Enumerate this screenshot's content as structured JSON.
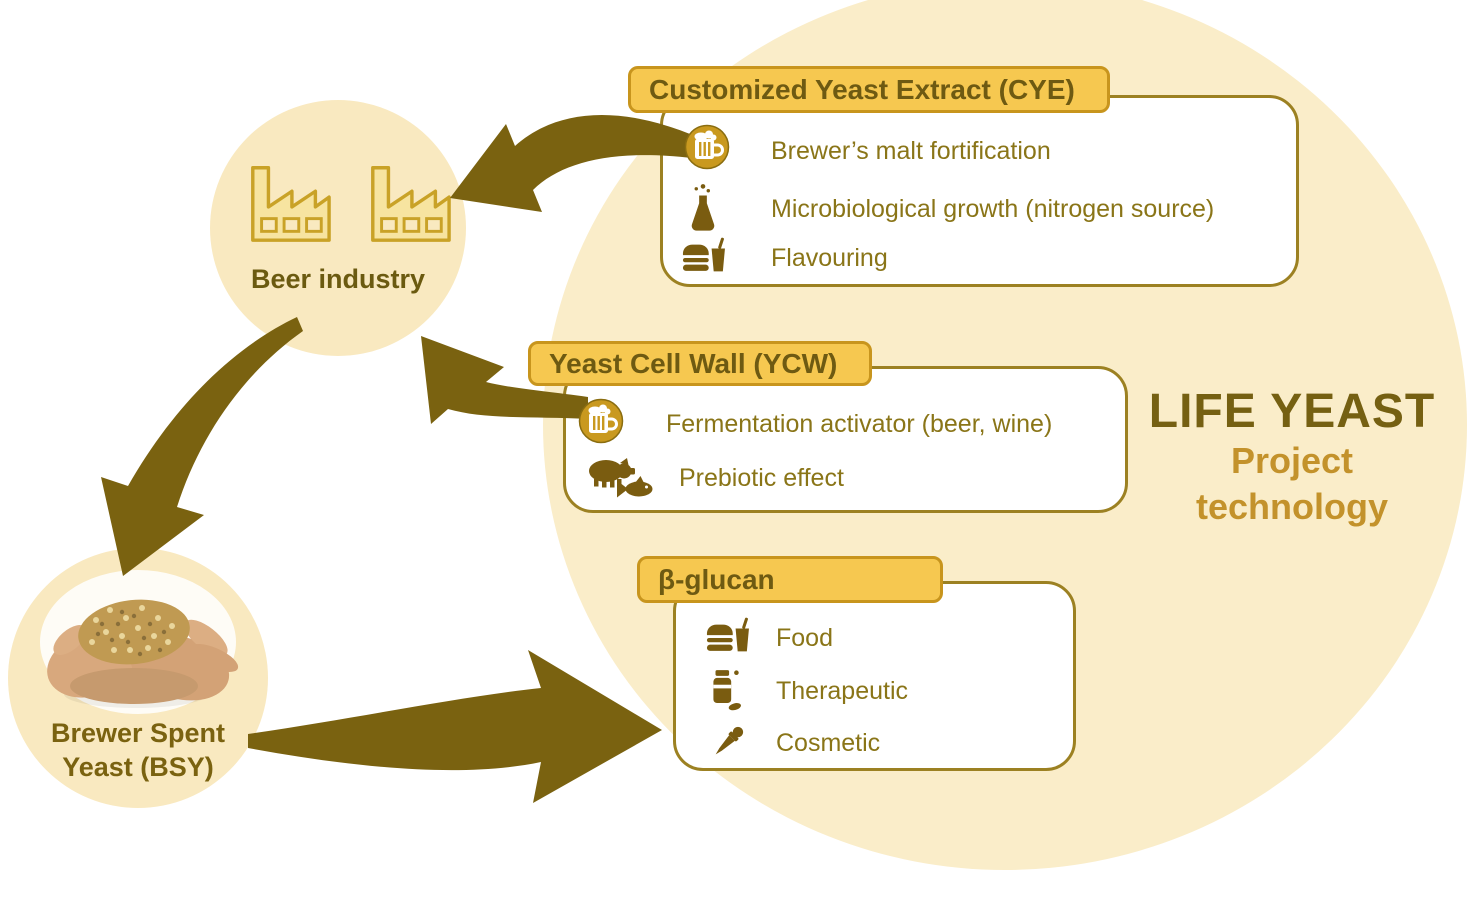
{
  "title": {
    "main": "LIFE YEAST",
    "sub1": "Project",
    "sub2": "technology"
  },
  "nodes": {
    "beer_industry": {
      "label": "Beer industry",
      "icon": "factory-icon"
    },
    "bsy": {
      "label1": "Brewer Spent",
      "label2": "Yeast (BSY)",
      "icon": "hands-grain-photo"
    }
  },
  "boxes": {
    "cye": {
      "header": "Customized Yeast Extract (CYE)",
      "items": [
        {
          "icon": "beer-mug-icon",
          "label": "Brewer’s malt fortification"
        },
        {
          "icon": "flask-icon",
          "label": "Microbiological growth  (nitrogen source)"
        },
        {
          "icon": "burger-drink-icon",
          "label": "Flavouring"
        }
      ]
    },
    "ycw": {
      "header": "Yeast Cell Wall (YCW)",
      "items": [
        {
          "icon": "beer-mug-icon",
          "label": "Fermentation activator (beer, wine)"
        },
        {
          "icon": "pig-fish-icon",
          "label": "Prebiotic effect"
        }
      ]
    },
    "beta_glucan": {
      "header": "β-glucan",
      "items": [
        {
          "icon": "burger-drink-icon",
          "label": "Food"
        },
        {
          "icon": "pill-bottle-icon",
          "label": "Therapeutic"
        },
        {
          "icon": "dropper-icon",
          "label": "Cosmetic"
        }
      ]
    }
  },
  "arrows": [
    {
      "name": "cye-to-beer-industry"
    },
    {
      "name": "ycw-to-beer-industry"
    },
    {
      "name": "beer-industry-to-bsy"
    },
    {
      "name": "bsy-to-beta-glucan"
    }
  ],
  "colors": {
    "background": "#ffffff",
    "big_circle": "#faedc9",
    "node_circle": "#f9e9c0",
    "header_bg": "#f6c850",
    "header_border": "#c8951d",
    "header_text": "#6e5a12",
    "box_border": "#9c8122",
    "item_text": "#8a7518",
    "arrow": "#7a6210",
    "title_main": "#756012",
    "title_sub": "#c3922b",
    "icon_dark": "#7a5c10",
    "mug_badge": "#c9991f",
    "factory_stroke": "#c9a227",
    "factory_fill": "#f7e4a0"
  }
}
